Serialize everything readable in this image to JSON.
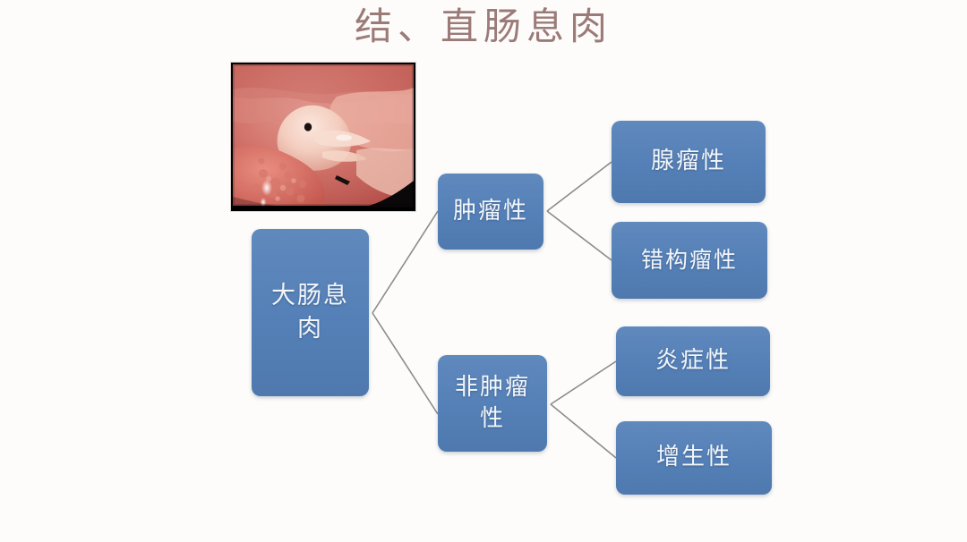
{
  "slide": {
    "title": "结、直肠息肉",
    "background_color": "#fdfcfa",
    "title_color": "#9b7b78",
    "node_color": "#5b84ba",
    "connector_color": "#8b8b8b"
  },
  "figure": {
    "caption": "endoscopic-polyp-photo"
  },
  "diagram": {
    "root": {
      "label": "大肠息肉"
    },
    "branches": [
      {
        "label": "肿瘤性",
        "children": [
          {
            "label": "腺瘤性"
          },
          {
            "label": "错构瘤性"
          }
        ]
      },
      {
        "label": "非肿瘤性",
        "children": [
          {
            "label": "炎症性"
          },
          {
            "label": "增生性"
          }
        ]
      }
    ]
  }
}
